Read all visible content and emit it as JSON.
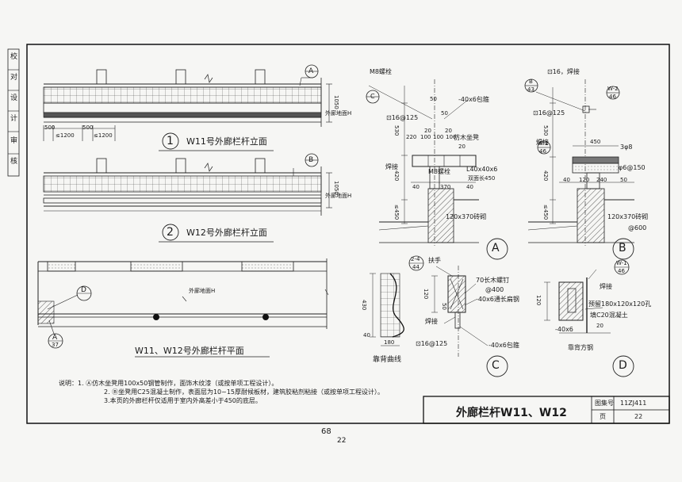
{
  "margin_marks": [
    "校",
    "对",
    "设",
    "计",
    "审",
    "核"
  ],
  "elevation_w11": {
    "num": "1",
    "title": "W11号外廊栏杆立面",
    "callout_letter": "A",
    "dim_h": "1050",
    "floor_label": "外廊地面H",
    "dims": [
      "500",
      "≤1200",
      "500",
      "≤1200"
    ]
  },
  "elevation_w12": {
    "num": "2",
    "title": "W12号外廊栏杆立面",
    "callout_letter": "B",
    "dim_h": "1050",
    "floor_label": "外廊地面H"
  },
  "plan": {
    "title": "W11、W12号外廊栏杆平面",
    "label_floor": "外廊地面H",
    "callout_d": "D",
    "callout_a": {
      "letter": "A",
      "ref": "37"
    }
  },
  "detail_a": {
    "labels": {
      "bolt": "M8螺栓",
      "wrap": "-40x6包箍",
      "ref": "C",
      "rebar": "⊡16@125",
      "wood_seat": "仿木坐凳",
      "weld": "焊接",
      "bolt2": "M8螺栓",
      "angle": "L40x40x6",
      "angle_len": "双面长450",
      "wall": "120x370砖砌"
    },
    "dims": [
      "50",
      "50",
      "20",
      "20",
      "220",
      "100",
      "100",
      "100",
      "20",
      "40",
      "370",
      "40",
      "530",
      "420",
      "≤450"
    ],
    "letter": "A"
  },
  "detail_b": {
    "labels": {
      "rebar_top": "⊡16，焊接",
      "ref_top": "B",
      "ref_top_num": "43",
      "ref_right": "W-2",
      "ref_right_num": "46",
      "rebar": "⊡16@125",
      "weld": "焊接",
      "ref_left": "W-1",
      "ref_left_num": "46",
      "steel1": "3φ8",
      "steel2": "φ6@150",
      "wall": "120x370砖砌",
      "wall2": "@600"
    },
    "dims": [
      "450",
      "40",
      "120",
      "240",
      "50",
      "530",
      "420",
      "≤450"
    ],
    "letter": "B"
  },
  "curve": {
    "title": "靠背曲线",
    "ref_top": "2-4",
    "ref_bottom": "44",
    "dims": [
      "430",
      "180",
      "40"
    ]
  },
  "detail_c": {
    "labels": {
      "handrail": "扶手",
      "screw": "70长木螺钉",
      "screw_spacing": "@400",
      "flat": "-40x6通长扁钢",
      "weld": "焊接",
      "rebar": "⊡16@125",
      "wrap": "-40x6包箍"
    },
    "dims": [
      "120",
      "50"
    ],
    "letter": "C"
  },
  "detail_d": {
    "labels": {
      "ref": "W-1",
      "ref_num": "46",
      "weld": "焊接",
      "hole": "预留180x120x120孔",
      "concrete": "填C20混凝土",
      "flat": "-40x6",
      "back_steel": "靠背方钢"
    },
    "dims": [
      "120",
      "20"
    ],
    "letter": "D"
  },
  "notes": [
    "说明：1. Ⓐ仿木坐凳用100x50钢管制作，面饰木纹漆（或按单项工程设计）。",
    "2. Ⓑ坐凳用C25混凝土制作，表面层为10~15厚耐候板材，建筑胶粘剂粘接（或按单项工程设计）。",
    "3.本页的外廊栏杆仅适用于室内外高差小于450的底层。"
  ],
  "title_block": {
    "title": "外廊栏杆W11、W12",
    "atlas_label": "图集号",
    "atlas_no": "11ZJ411",
    "page_label": "页",
    "page_no": "22"
  },
  "page_numbers": {
    "top": "68",
    "bottom": "22"
  }
}
